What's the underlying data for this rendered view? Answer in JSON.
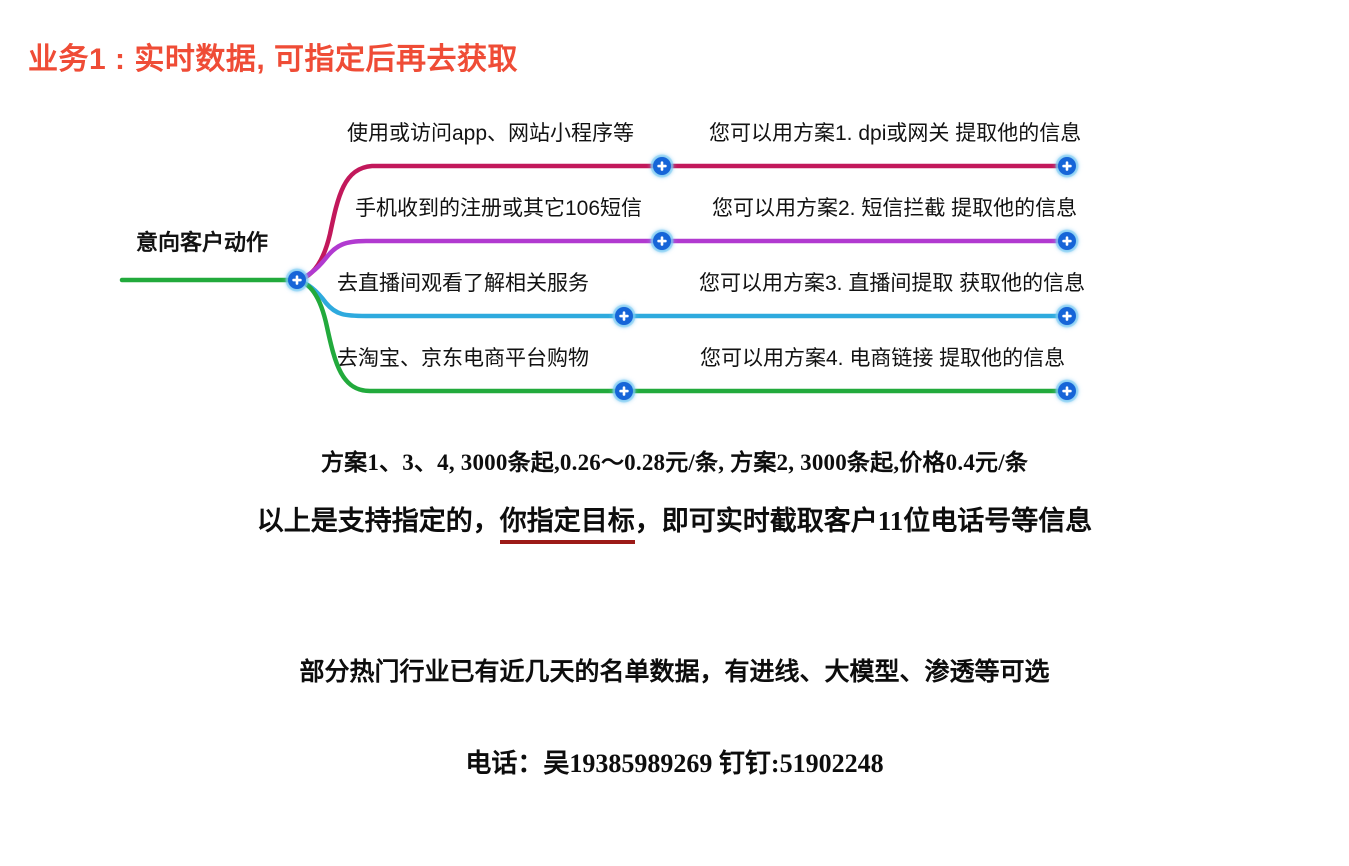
{
  "title": "业务1 : 实时数据, 可指定后再去获取",
  "colors": {
    "title": "#ef4c36",
    "branch1": "#c2185b",
    "branch2": "#b13ad0",
    "branch3": "#2eaade",
    "branch4": "#22aa3c",
    "root_line": "#22aa3c",
    "node_fill": "#1565d8",
    "node_ring": "#7fd4f5",
    "underline": "#9c1a18"
  },
  "mindmap": {
    "root": {
      "label": "意向客户动作"
    },
    "branches": [
      {
        "color_key": "branch1",
        "action_label": "使用或访问app、网站小程序等",
        "solution_label": "您可以用方案1. dpi或网关 提取他的信息"
      },
      {
        "color_key": "branch2",
        "action_label": "手机收到的注册或其它106短信",
        "solution_label": "您可以用方案2.   短信拦截 提取他的信息"
      },
      {
        "color_key": "branch3",
        "action_label": "去直播间观看了解相关服务",
        "solution_label": "您可以用方案3. 直播间提取 获取他的信息"
      },
      {
        "color_key": "branch4",
        "action_label": "去淘宝、京东电商平台购物",
        "solution_label": "您可以用方案4.  电商链接   提取他的信息"
      }
    ]
  },
  "notes": {
    "price_line": "方案1、3、4, 3000条起,0.26～0.28元/条,   方案2, 3000条起,价格0.4元/条",
    "spec_prefix": "以上是支持指定的，",
    "spec_underlined": "你指定目标",
    "spec_suffix": "，即可实时截取客户11位电话号等信息",
    "industry_line": "部分热门行业已有近几天的名单数据，有进线、大模型、渗透等可选",
    "contact_line": "电话：吴19385989269  钉钉:51902248"
  }
}
